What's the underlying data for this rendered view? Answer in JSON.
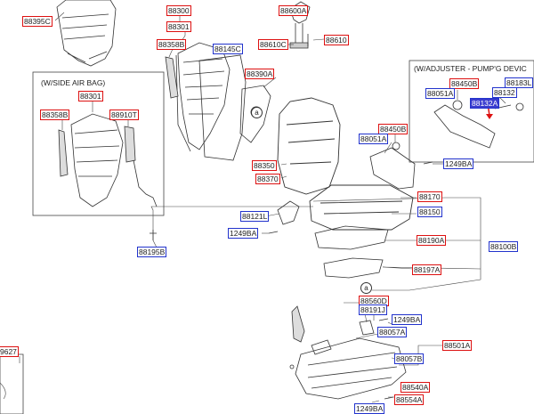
{
  "inset_side_airbag": {
    "title": "(W/SIDE AIR BAG)"
  },
  "inset_adjuster": {
    "title": "(W/ADJUSTER - PUMP'G DEVIC"
  },
  "markers": {
    "a1": "a",
    "a2": "a"
  },
  "labels": {
    "p88395C": "88395C",
    "p88300": "88300",
    "p88301": "88301",
    "p88358B": "88358B",
    "p88145C": "88145C",
    "p88600A": "88600A",
    "p88610C": "88610C",
    "p88610": "88610",
    "p88390A": "88390A",
    "p88350": "88350",
    "p88370": "88370",
    "p88450B_top": "88450B",
    "p88051A_top": "88051A",
    "p88132": "88132",
    "p88183L": "88183L",
    "p88132A": "88132A",
    "p88301_inset": "88301",
    "p88358B_inset": "88358B",
    "p88910T": "88910T",
    "p88450B": "88450B",
    "p88051A": "88051A",
    "p1249BA_right": "1249BA",
    "p88170": "88170",
    "p88150": "88150",
    "p88121L": "88121L",
    "p1249BA_left": "1249BA",
    "p88190A": "88190A",
    "p88100B": "88100B",
    "p88197A": "88197A",
    "p88195B": "88195B",
    "p88560D": "88560D",
    "p88191J": "88191J",
    "p1249BA_mid": "1249BA",
    "p88057A": "88057A",
    "p88501A": "88501A",
    "p88057B": "88057B",
    "p88540A": "88540A",
    "p88554A": "88554A",
    "p1249BA_bottom": "1249BA",
    "p9627": "9627"
  }
}
